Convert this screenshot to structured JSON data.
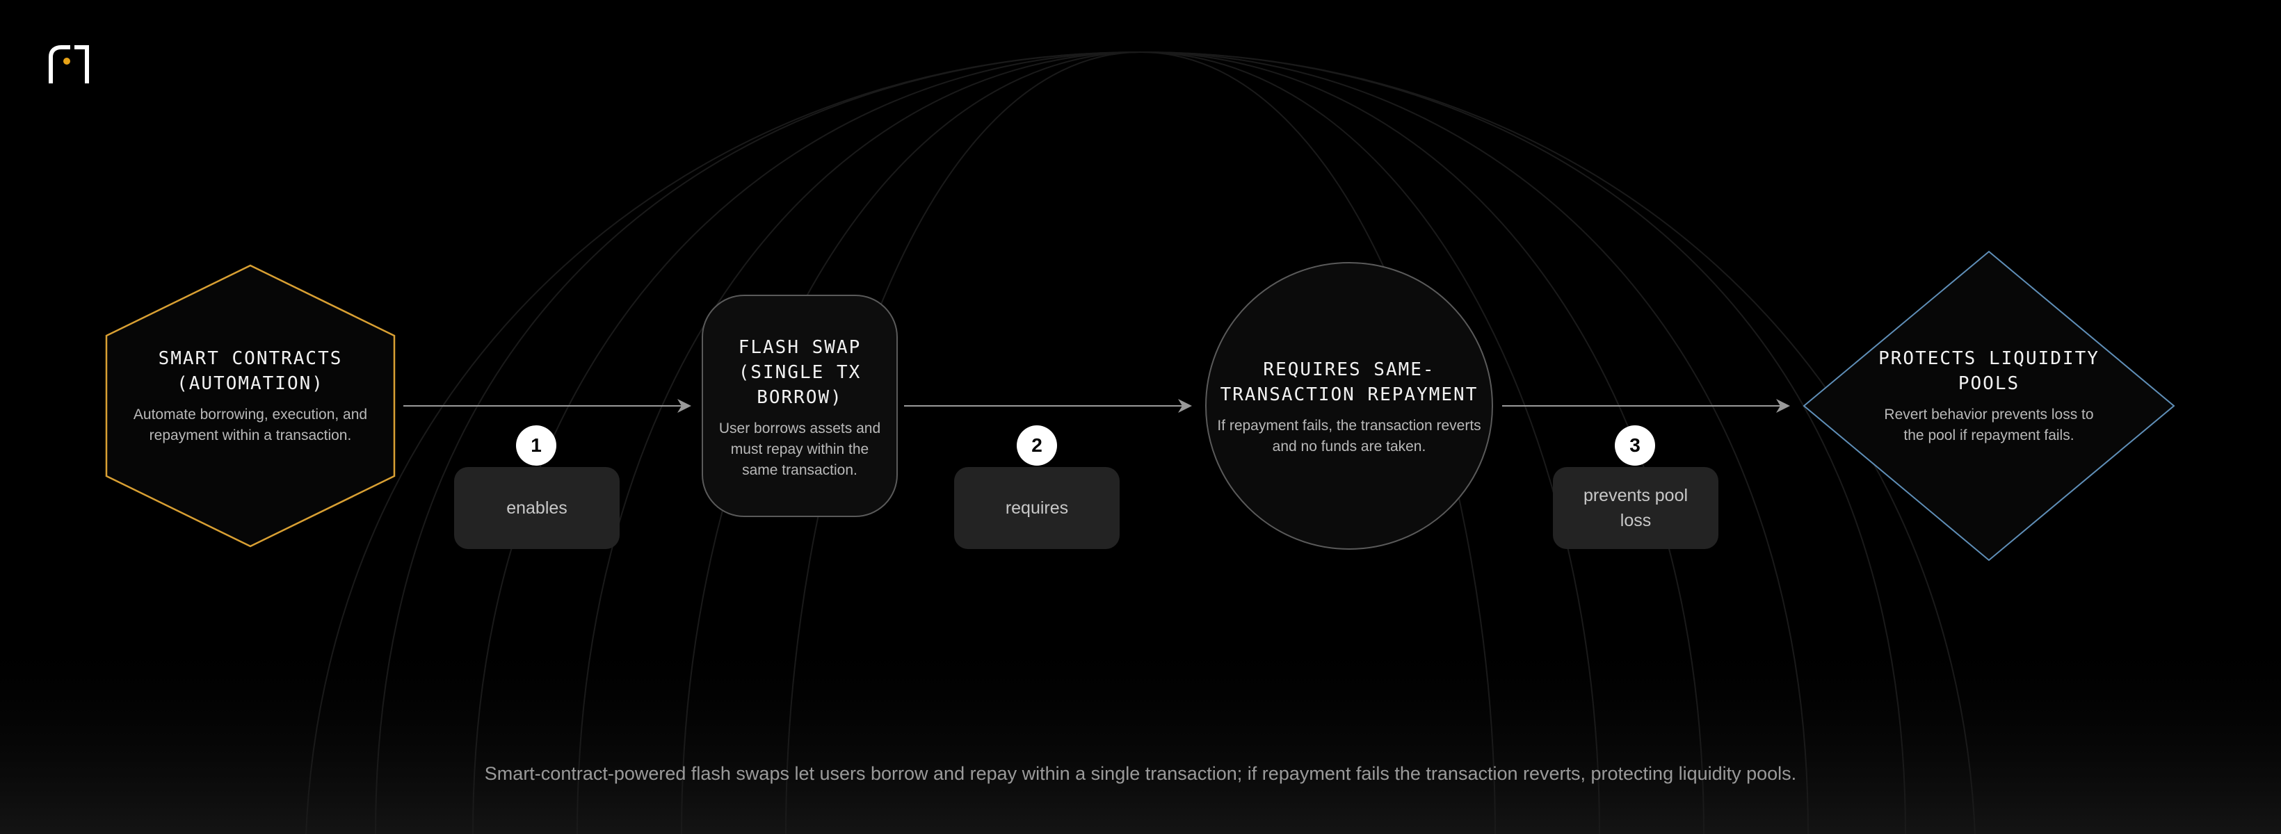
{
  "colors": {
    "background": "#000000",
    "hexagon_stroke": "#d9a033",
    "diamond_stroke": "#5f8fb8",
    "node_stroke": "#5a5a5a",
    "arrow": "#9a9a9a",
    "label_fill": "#232323",
    "logo_dot": "#e8a317"
  },
  "nodes": [
    {
      "shape": "hexagon",
      "title": "SMART CONTRACTS\n(AUTOMATION)",
      "description": "Automate borrowing, execution, and repayment within a transaction."
    },
    {
      "shape": "rounded-rect",
      "title": "FLASH SWAP\n(SINGLE TX\nBORROW)",
      "description": "User borrows assets and must repay within the same transaction."
    },
    {
      "shape": "circle",
      "title": "REQUIRES SAME-\nTRANSACTION REPAYMENT",
      "description": "If repayment fails, the transaction reverts and no funds are taken."
    },
    {
      "shape": "diamond",
      "title": "PROTECTS LIQUIDITY\nPOOLS",
      "description": "Revert behavior prevents loss to the pool if repayment fails."
    }
  ],
  "edges": [
    {
      "step": "1",
      "label": "enables"
    },
    {
      "step": "2",
      "label": "requires"
    },
    {
      "step": "3",
      "label": "prevents pool loss"
    }
  ],
  "caption": "Smart-contract-powered flash swaps let users borrow and repay within a single transaction; if repayment fails the transaction reverts, protecting liquidity pools."
}
